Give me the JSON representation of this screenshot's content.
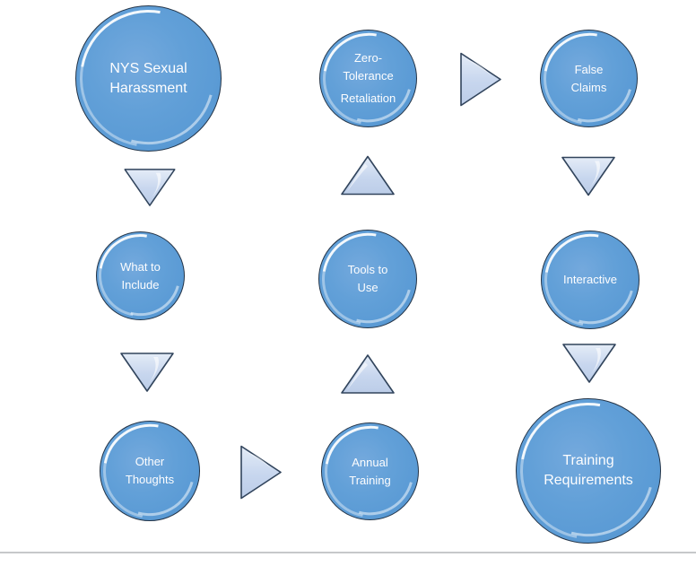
{
  "nodes": [
    {
      "id": "nys-sexual-harassment",
      "lines": [
        "NYS Sexual",
        "Harassment"
      ]
    },
    {
      "id": "zero-tolerance-retaliation",
      "lines": [
        "Zero-",
        "Tolerance",
        "Retaliation"
      ]
    },
    {
      "id": "false-claims",
      "lines": [
        "False",
        "Claims"
      ]
    },
    {
      "id": "what-to-include",
      "lines": [
        "What to",
        "Include"
      ]
    },
    {
      "id": "tools-to-use",
      "lines": [
        "Tools to",
        "Use"
      ]
    },
    {
      "id": "interactive",
      "lines": [
        "Interactive"
      ]
    },
    {
      "id": "other-thoughts",
      "lines": [
        "Other",
        "Thoughts"
      ]
    },
    {
      "id": "annual-training",
      "lines": [
        "Annual",
        "Training"
      ]
    },
    {
      "id": "training-requirements",
      "lines": [
        "Training",
        "Requirements"
      ]
    }
  ],
  "connectors": [
    {
      "direction": "down"
    },
    {
      "direction": "up"
    },
    {
      "direction": "right"
    },
    {
      "direction": "down"
    },
    {
      "direction": "down"
    },
    {
      "direction": "up"
    },
    {
      "direction": "down"
    },
    {
      "direction": "right"
    }
  ],
  "colors": {
    "node_fill": "#5B9BD5",
    "node_outline": "#243447",
    "node_text": "#FFFFFF",
    "arrow_fill": "#C7D6EE",
    "arrow_outline": "#31445C",
    "bottom_divider": "#C6C8CA"
  }
}
